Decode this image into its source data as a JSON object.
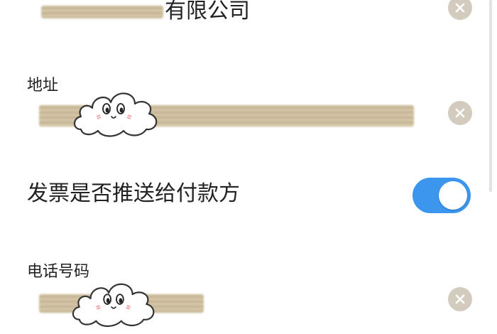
{
  "form": {
    "company": {
      "suffix": "有限公司"
    },
    "address": {
      "label": "地址"
    },
    "push_to_payer": {
      "label": "发票是否推送给付款方",
      "enabled": true
    },
    "phone": {
      "label": "电话号码"
    }
  },
  "icons": {
    "clear": "clear-circle-icon",
    "sticker": "cloud-sticker-icon"
  },
  "colors": {
    "toggle_on": "#3d96ee",
    "clear_button": "#d3cbbd",
    "text": "#222222"
  }
}
